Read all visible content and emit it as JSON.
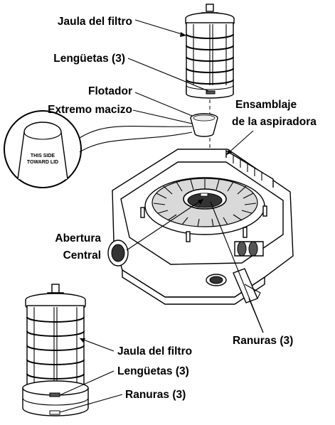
{
  "labels": {
    "top_cage": "Jaula del filtro",
    "top_tabs": "Lengüetas (3)",
    "float": "Flotador",
    "solid_end": "Extremo macizo",
    "assembly_line1": "Ensamblaje",
    "assembly_line2": "de la aspiradora",
    "opening_line1": "Abertura",
    "opening_line2": "Central",
    "slots_mid": "Ranuras (3)",
    "bottom_cage": "Jaula del filtro",
    "bottom_tabs": "Lengüetas (3)",
    "bottom_slots": "Ranuras (3)"
  },
  "float_detail": {
    "line1": "THIS SIDE",
    "line2": "TOWARD LID"
  }
}
